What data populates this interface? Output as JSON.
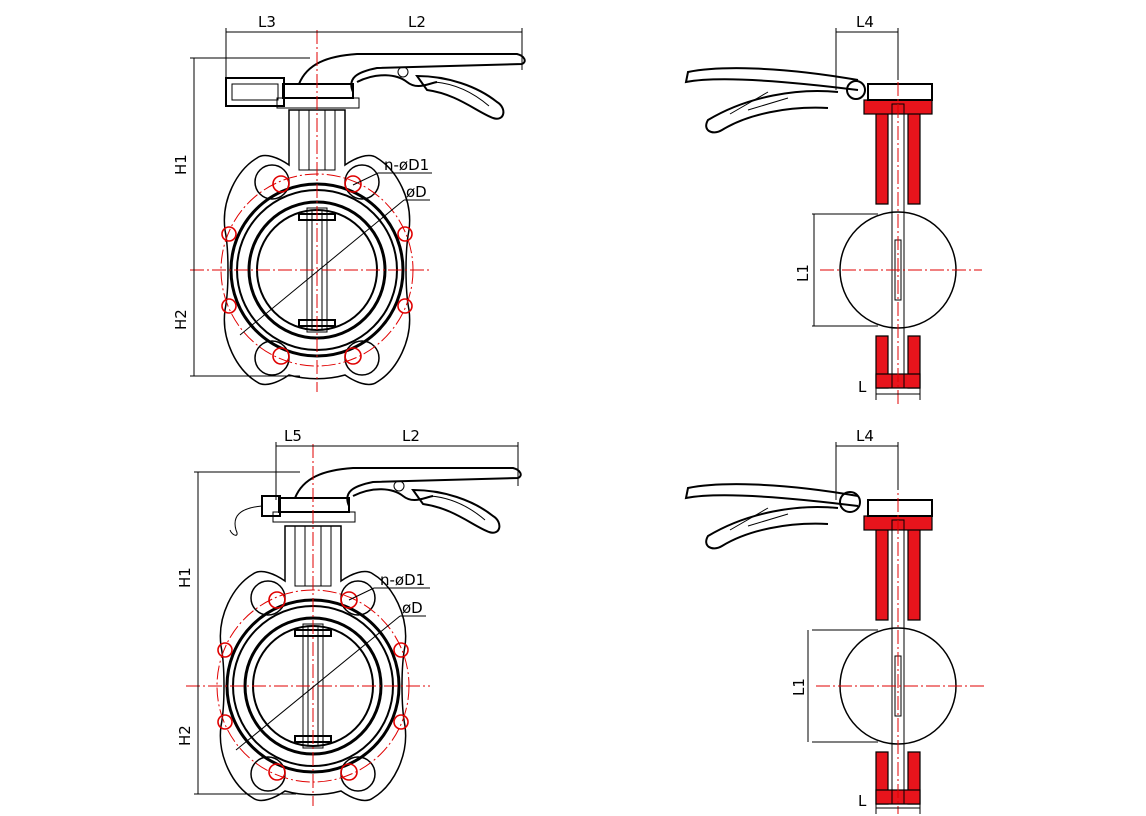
{
  "labels": {
    "L": "L",
    "L1": "L1",
    "L2": "L2",
    "L3": "L3",
    "L4": "L4",
    "L5": "L5",
    "H1": "H1",
    "H2": "H2",
    "nD1": "n-øD1",
    "D": "øD"
  },
  "colors": {
    "section": "#e8141c",
    "centerline": "#e00000",
    "outline": "#000000"
  },
  "views": [
    {
      "name": "front-view-locking-handle",
      "position": "top-left"
    },
    {
      "name": "side-section-view",
      "position": "top-right"
    },
    {
      "name": "front-view-wired-handle",
      "position": "bottom-left"
    },
    {
      "name": "side-section-view",
      "position": "bottom-right"
    }
  ]
}
